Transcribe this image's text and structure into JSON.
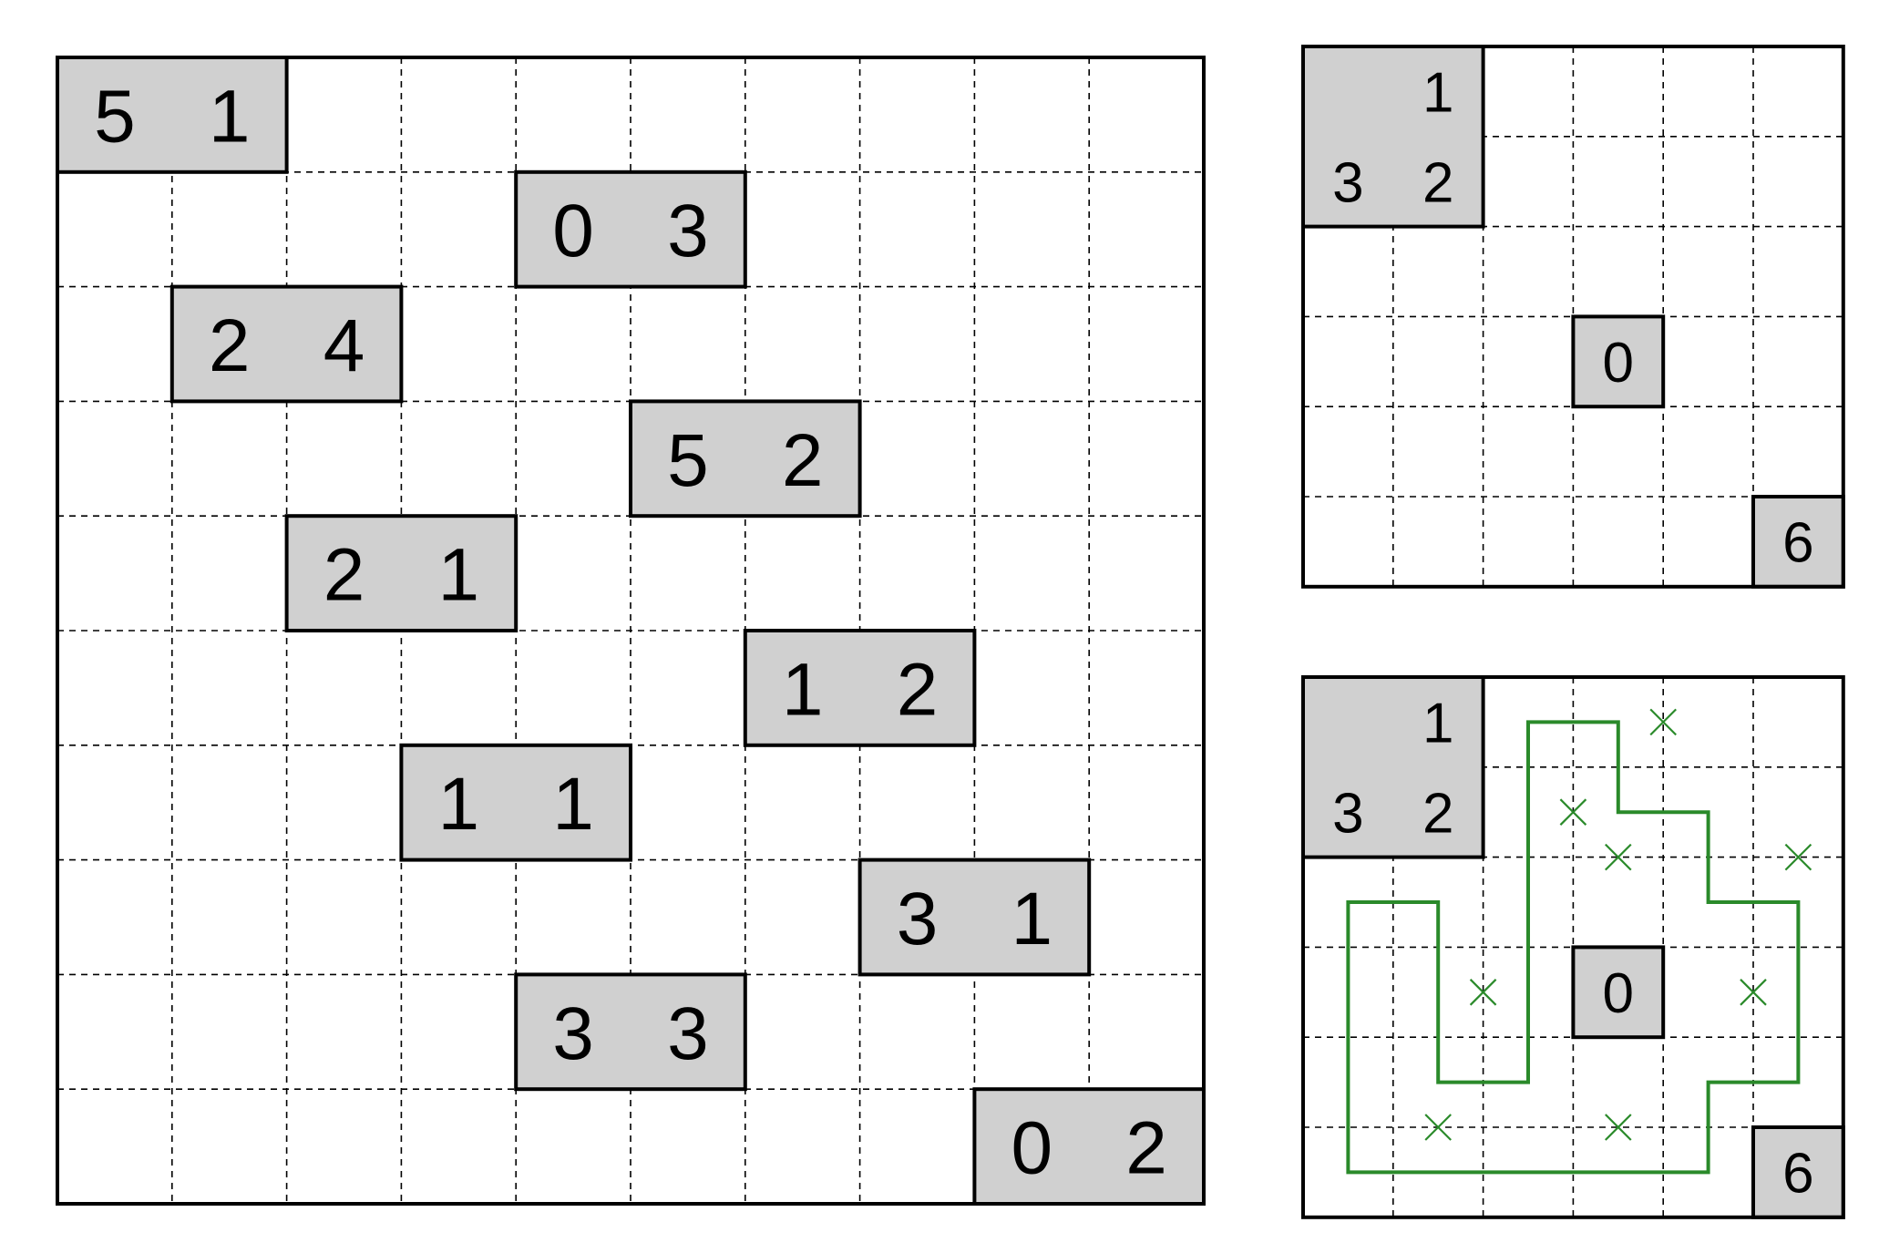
{
  "colors": {
    "clue_fill": "#d0d0d0",
    "grid_line": "#000000",
    "solution_line": "#2a8a2a",
    "background": "#ffffff"
  },
  "main_puzzle": {
    "rows": 10,
    "cols": 10,
    "clues": [
      {
        "row": 0,
        "col": 0,
        "width": 2,
        "height": 1,
        "values": [
          "5",
          "1"
        ]
      },
      {
        "row": 1,
        "col": 4,
        "width": 2,
        "height": 1,
        "values": [
          "0",
          "3"
        ]
      },
      {
        "row": 2,
        "col": 1,
        "width": 2,
        "height": 1,
        "values": [
          "2",
          "4"
        ]
      },
      {
        "row": 3,
        "col": 5,
        "width": 2,
        "height": 1,
        "values": [
          "5",
          "2"
        ]
      },
      {
        "row": 4,
        "col": 2,
        "width": 2,
        "height": 1,
        "values": [
          "2",
          "1"
        ]
      },
      {
        "row": 5,
        "col": 6,
        "width": 2,
        "height": 1,
        "values": [
          "1",
          "2"
        ]
      },
      {
        "row": 6,
        "col": 3,
        "width": 2,
        "height": 1,
        "values": [
          "1",
          "1"
        ]
      },
      {
        "row": 7,
        "col": 7,
        "width": 2,
        "height": 1,
        "values": [
          "3",
          "1"
        ]
      },
      {
        "row": 8,
        "col": 4,
        "width": 2,
        "height": 1,
        "values": [
          "3",
          "3"
        ]
      },
      {
        "row": 9,
        "col": 8,
        "width": 2,
        "height": 1,
        "values": [
          "0",
          "2"
        ]
      }
    ]
  },
  "example_puzzle": {
    "rows": 6,
    "cols": 6,
    "clues": [
      {
        "row": 0,
        "col": 0,
        "width": 2,
        "height": 2,
        "values": [
          "1",
          "3",
          "2"
        ]
      },
      {
        "row": 3,
        "col": 3,
        "width": 1,
        "height": 1,
        "values": [
          "0"
        ]
      },
      {
        "row": 5,
        "col": 5,
        "width": 1,
        "height": 1,
        "values": [
          "6"
        ]
      }
    ]
  },
  "example_solution": {
    "rows": 6,
    "cols": 6,
    "clues": [
      {
        "row": 0,
        "col": 0,
        "width": 2,
        "height": 2,
        "values": [
          "1",
          "3",
          "2"
        ]
      },
      {
        "row": 3,
        "col": 3,
        "width": 1,
        "height": 1,
        "values": [
          "0"
        ]
      },
      {
        "row": 5,
        "col": 5,
        "width": 1,
        "height": 1,
        "values": [
          "6"
        ]
      }
    ],
    "loop": [
      [
        2.5,
        0.5
      ],
      [
        3.5,
        0.5
      ],
      [
        3.5,
        1.5
      ],
      [
        4.5,
        1.5
      ],
      [
        4.5,
        2.5
      ],
      [
        5.5,
        2.5
      ],
      [
        5.5,
        4.5
      ],
      [
        4.5,
        4.5
      ],
      [
        4.5,
        5.5
      ],
      [
        0.5,
        5.5
      ],
      [
        0.5,
        2.5
      ],
      [
        1.5,
        2.5
      ],
      [
        1.5,
        4.5
      ],
      [
        2.5,
        4.5
      ]
    ],
    "crosses": [
      [
        4,
        0.5
      ],
      [
        3,
        1.5
      ],
      [
        3.5,
        2
      ],
      [
        5.5,
        2
      ],
      [
        2,
        3.5
      ],
      [
        5,
        3.5
      ],
      [
        1.5,
        5
      ],
      [
        3.5,
        5
      ]
    ]
  }
}
